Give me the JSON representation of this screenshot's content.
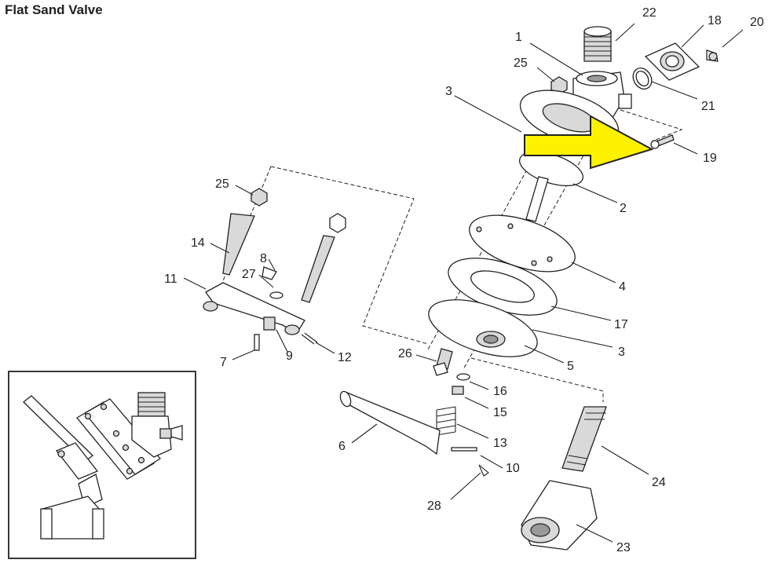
{
  "title": "Flat Sand Valve",
  "callouts": [
    {
      "id": "c1",
      "label": "1"
    },
    {
      "id": "c2",
      "label": "2"
    },
    {
      "id": "c3a",
      "label": "3"
    },
    {
      "id": "c3b",
      "label": "3"
    },
    {
      "id": "c4",
      "label": "4"
    },
    {
      "id": "c5",
      "label": "5"
    },
    {
      "id": "c6",
      "label": "6"
    },
    {
      "id": "c7",
      "label": "7"
    },
    {
      "id": "c8",
      "label": "8"
    },
    {
      "id": "c9",
      "label": "9"
    },
    {
      "id": "c10",
      "label": "10"
    },
    {
      "id": "c11",
      "label": "11"
    },
    {
      "id": "c12",
      "label": "12"
    },
    {
      "id": "c13",
      "label": "13"
    },
    {
      "id": "c14",
      "label": "14"
    },
    {
      "id": "c15",
      "label": "15"
    },
    {
      "id": "c16",
      "label": "16"
    },
    {
      "id": "c17",
      "label": "17"
    },
    {
      "id": "c18",
      "label": "18"
    },
    {
      "id": "c19",
      "label": "19"
    },
    {
      "id": "c20",
      "label": "20"
    },
    {
      "id": "c21",
      "label": "21"
    },
    {
      "id": "c22",
      "label": "22"
    },
    {
      "id": "c23",
      "label": "23"
    },
    {
      "id": "c24",
      "label": "24"
    },
    {
      "id": "c25a",
      "label": "25"
    },
    {
      "id": "c25b",
      "label": "25"
    },
    {
      "id": "c26",
      "label": "26"
    },
    {
      "id": "c27",
      "label": "27"
    },
    {
      "id": "c28",
      "label": "28"
    }
  ],
  "colors": {
    "highlight_arrow": "#fff200",
    "line": "#222222"
  }
}
